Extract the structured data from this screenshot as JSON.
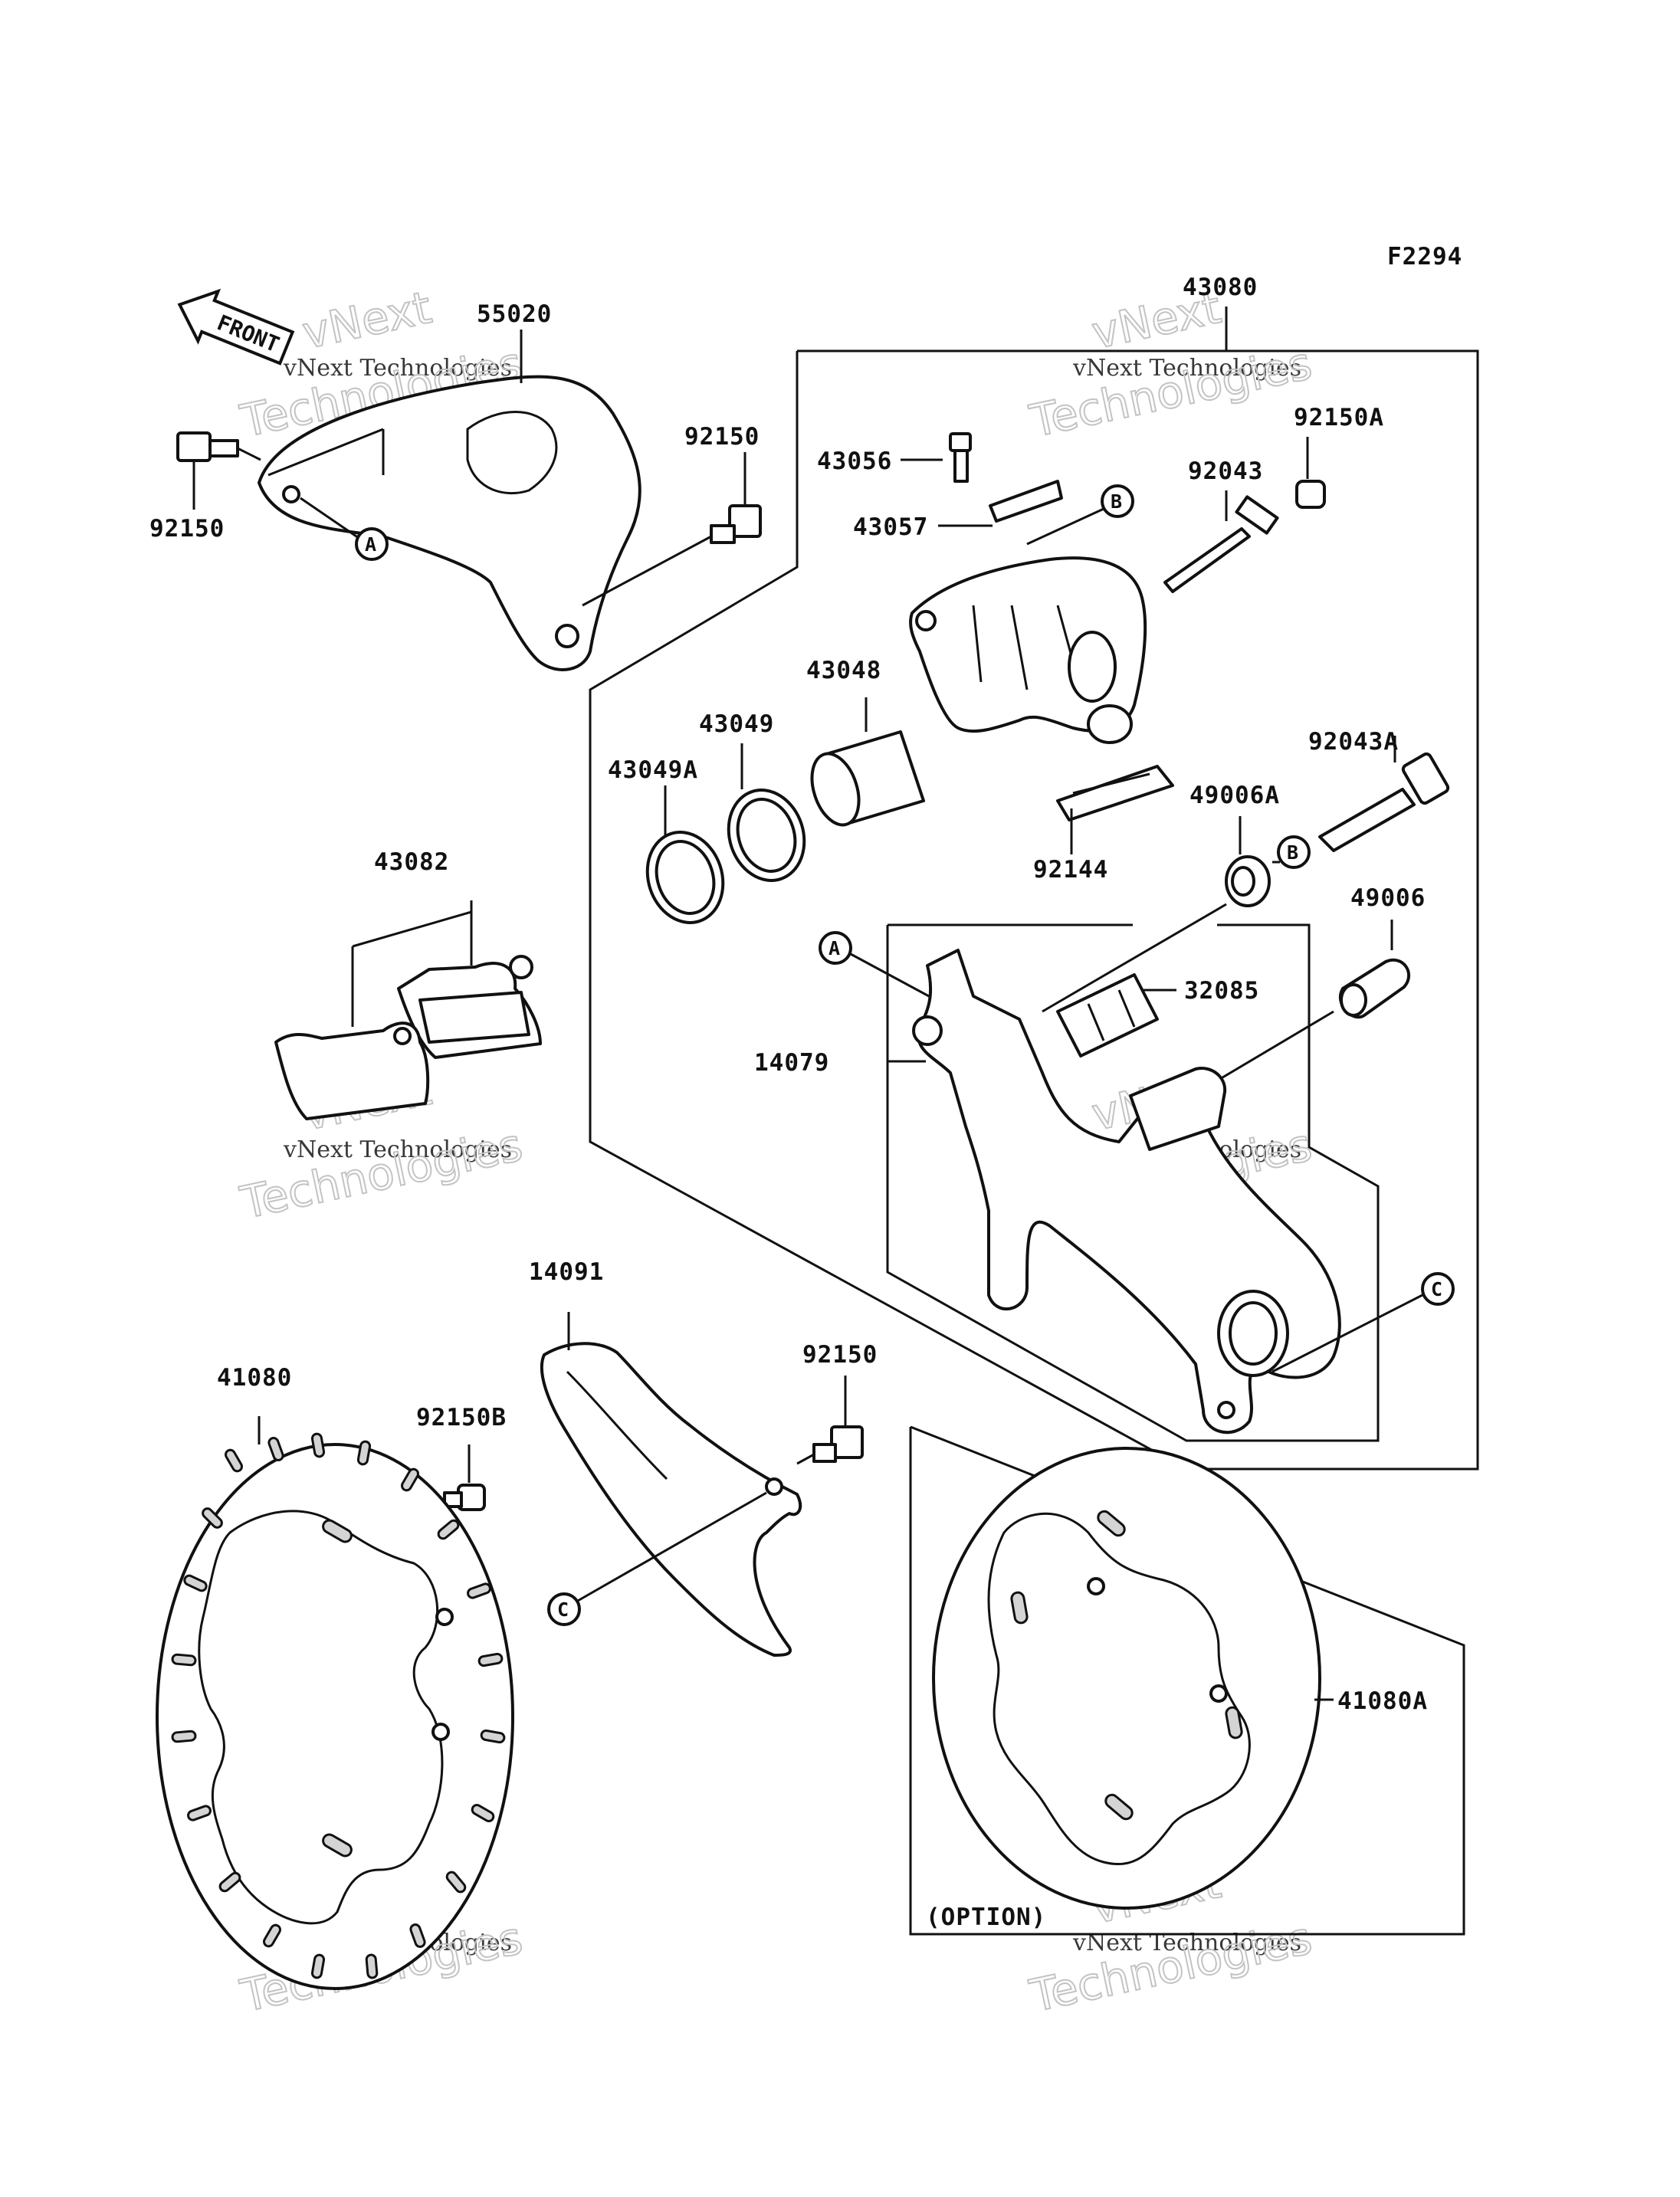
{
  "figure_code": "F2294",
  "front_label": "FRONT",
  "option_label": "(OPTION)",
  "watermark": {
    "line1": "vNext Technologies",
    "line2": "vNext",
    "line3": "Technologies"
  },
  "callouts": {
    "a": "A",
    "b": "B",
    "c": "C"
  },
  "parts": {
    "p55020": "55020",
    "p92150_top_left": "92150",
    "p92150_top": "92150",
    "p43080": "43080",
    "p43056": "43056",
    "p43057": "43057",
    "p92043": "92043",
    "p92150A": "92150A",
    "p43048": "43048",
    "p43049": "43049",
    "p43049A": "43049A",
    "p92043A": "92043A",
    "p49006A": "49006A",
    "p92144": "92144",
    "p43082": "43082",
    "p49006": "49006",
    "p32085": "32085",
    "p14079": "14079",
    "p14091": "14091",
    "p41080": "41080",
    "p92150B": "92150B",
    "p92150_bottom": "92150",
    "p41080A": "41080A"
  }
}
